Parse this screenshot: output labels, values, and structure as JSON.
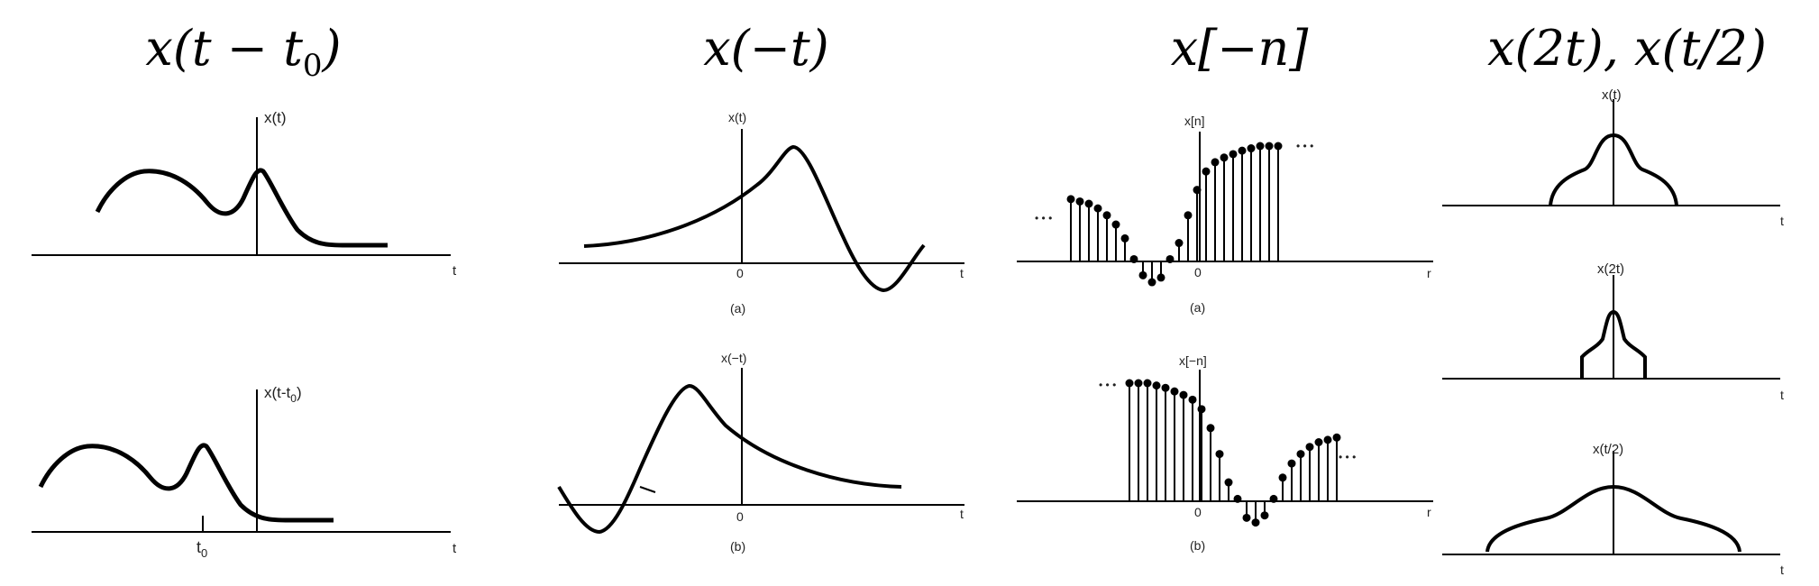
{
  "titles": {
    "shift": "x(t − t",
    "shift_sub": "0",
    "shift_close": ")",
    "reverse_ct": "x(−t)",
    "reverse_dt": "x[−n]",
    "scale": "x(2t), x(t/2)"
  },
  "labels": {
    "xt": "x(t)",
    "xt_t0_main": "x(t-t",
    "xt_t0_sub": "0",
    "xt_t0_close": ")",
    "t0_main": "t",
    "t0_sub": "0",
    "t": "t",
    "zero": "0",
    "a": "(a)",
    "b": "(b)",
    "x_neg_t": "x(−t)",
    "xn": "x[n]",
    "x_neg_n": "x[−n]",
    "n_axis": "r",
    "dots": "• • •",
    "x2t": "x(2t)",
    "xt2": "x(t/2)"
  },
  "stems": {
    "xn": [
      0.54,
      0.52,
      0.5,
      0.46,
      0.4,
      0.32,
      0.2,
      0.02,
      -0.12,
      -0.18,
      -0.14,
      0.02,
      0.16,
      0.4,
      0.62,
      0.78,
      0.86,
      0.9,
      0.93,
      0.96,
      0.98,
      1.0,
      1.0,
      1.0
    ]
  }
}
